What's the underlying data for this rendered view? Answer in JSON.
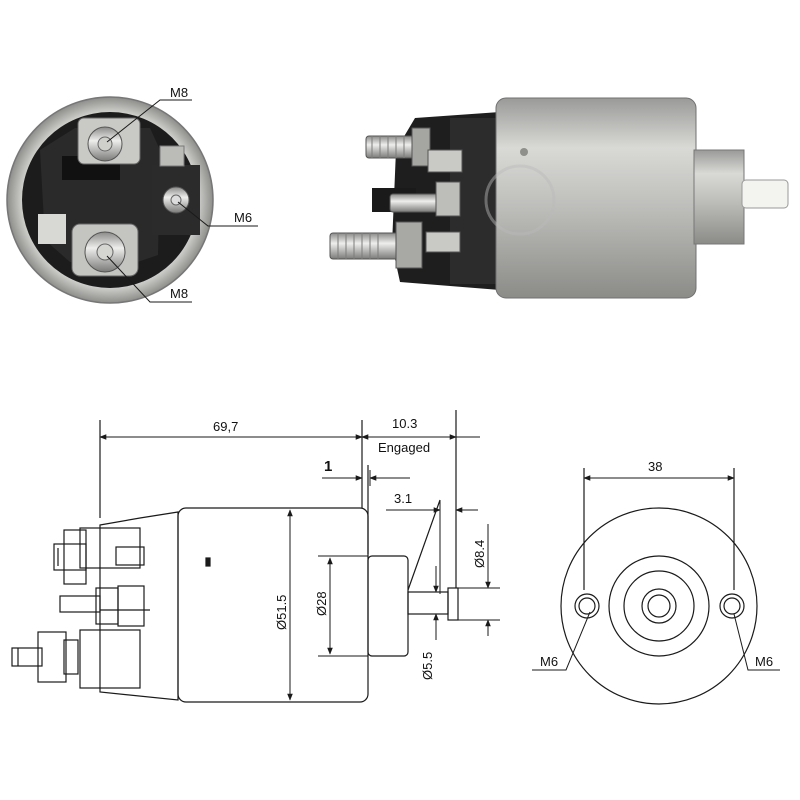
{
  "end_view_photo": {
    "labels": {
      "top_terminal": "M8",
      "side_terminal": "M6",
      "bottom_terminal": "M8"
    }
  },
  "drawing": {
    "dimensions": {
      "overall_length": "69,7",
      "engaged_travel": "10.3",
      "engaged_note": "Engaged",
      "gap": "1",
      "plunger_tip": "3.1",
      "body_diameter": "Ø51.5",
      "plunger_housing_diameter": "Ø28",
      "tip_diameter": "Ø8.4",
      "rod_diameter": "Ø5.5",
      "mount_spacing": "38",
      "left_mount": "M6",
      "right_mount": "M6"
    }
  },
  "colors": {
    "line": "#1a1a1a",
    "metal": "#b9b9b6",
    "plastic": "#1e1e1e"
  }
}
